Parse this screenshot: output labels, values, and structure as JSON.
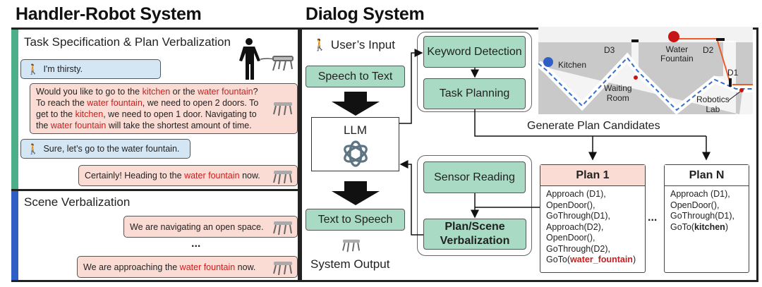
{
  "left_title": "Handler-Robot System",
  "right_title": "Dialog System",
  "task_section": {
    "title": "Task Specification & Plan Verbalization",
    "accent": "#4caf8a",
    "messages": [
      {
        "speaker": "human",
        "text": "I'm thirsty."
      },
      {
        "speaker": "robot",
        "parts": [
          {
            "t": "Would you like to go to the "
          },
          {
            "t": "kitchen",
            "hl": true
          },
          {
            "t": " or the "
          },
          {
            "t": "water fountain",
            "hl": true
          },
          {
            "t": "? To reach the "
          },
          {
            "t": "water fountain",
            "hl": true
          },
          {
            "t": ", we need to open 2 doors. To get to the "
          },
          {
            "t": "kitchen",
            "hl": true
          },
          {
            "t": ", we need to open 1 door. Navigating to the "
          },
          {
            "t": "water fountain",
            "hl": true
          },
          {
            "t": " will take the shortest amount of time."
          }
        ]
      },
      {
        "speaker": "human",
        "text": "Sure, let’s go to the water fountain."
      },
      {
        "speaker": "robot",
        "parts": [
          {
            "t": "Certainly! Heading to the "
          },
          {
            "t": "water fountain",
            "hl": true
          },
          {
            "t": " now."
          }
        ]
      }
    ]
  },
  "scene_section": {
    "title": "Scene Verbalization",
    "accent": "#2f5fc4",
    "messages": [
      {
        "speaker": "robot",
        "text": "We are navigating an open space."
      },
      {
        "speaker": "robot",
        "parts": [
          {
            "t": "We are approaching the "
          },
          {
            "t": "water fountain",
            "hl": true
          },
          {
            "t": " now."
          }
        ]
      }
    ],
    "ellipsis": "..."
  },
  "dialog": {
    "user_input": "User’s Input",
    "speech_to_text": "Speech to Text",
    "llm": "LLM",
    "text_to_speech": "Text to Speech",
    "system_output": "System Output",
    "keyword_detection": "Keyword Detection",
    "task_planning": "Task Planning",
    "sensor_reading": "Sensor Reading",
    "plan_scene_verbalization": "Plan/Scene Verbalization",
    "generate_plan_candidates": "Generate Plan Candidates",
    "plan_ellipsis": "...",
    "box_color": "#a8dac4"
  },
  "map": {
    "labels": {
      "kitchen": "Kitchen",
      "water": "Water",
      "fountain": "Fountain",
      "waiting": "Waiting",
      "room": "Room",
      "robotics": "Robotics",
      "lab": "Lab",
      "d1": "D1",
      "d2": "D2",
      "d3": "D3"
    },
    "kitchen_color": "#2f5fc4",
    "fountain_color": "#c81414",
    "path_orange": "#f05a28",
    "path_blue": "#3a6fc8"
  },
  "plans": [
    {
      "title": "Plan 1",
      "header_color": "#fbdcd4",
      "steps": [
        "Approach (D1),",
        "OpenDoor(),",
        "GoThrough(D1),",
        "Approach(D2),",
        "OpenDoor(),",
        "GoThrough(D2),"
      ],
      "goal_prefix": "GoTo(",
      "goal": "water_fountain",
      "goal_suffix": ")"
    },
    {
      "title": "Plan N",
      "header_color": "#ffffff",
      "steps": [
        "Approach (D1),",
        "OpenDoor(),",
        "GoThrough(D1),"
      ],
      "goal_prefix": "GoTo(",
      "goal": "kitchen",
      "goal_suffix": ")"
    }
  ]
}
